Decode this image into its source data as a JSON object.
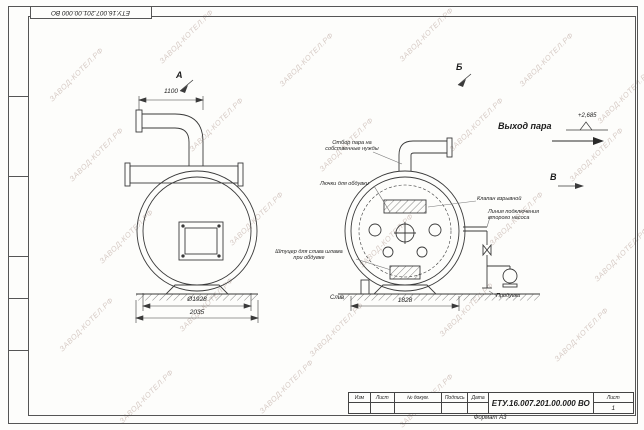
{
  "stamp": {
    "doc_number_top": "ЕТУ.16.007.201.00.000 ВО"
  },
  "watermark": {
    "text": "ЗАВОД-КОТЕЛ.РФ"
  },
  "view_a": {
    "label": "А",
    "dim_top": "1100",
    "dim_diameter": "Ø1928",
    "dim_overall": "2035"
  },
  "view_b": {
    "label": "Б",
    "dim_bottom": "1828",
    "drain": "Слив"
  },
  "annotations": {
    "steam_outlet": "Выход пара",
    "elevation": "+2,685",
    "view_v": "В",
    "steam_own": "Отбор пара на\nсобственные нужды",
    "hatches": "Лючки для обдувки",
    "explosion_valve": "Клапан взрывной",
    "pump_line": "Линия подключения\nвторого насоса",
    "sludge": "Штуцер для слива шлама\nпри обдувке",
    "blowdown": "Продувки"
  },
  "title_block": {
    "doc_number": "ЕТУ.16.007.201.00.000 ВО",
    "col_izm": "Изм",
    "col_list": "Лист",
    "col_doc": "№ докум.",
    "col_sign": "Подпись",
    "col_date": "Дата",
    "sheet_label": "Лист",
    "sheet_value": "1",
    "format": "Формат А3"
  }
}
